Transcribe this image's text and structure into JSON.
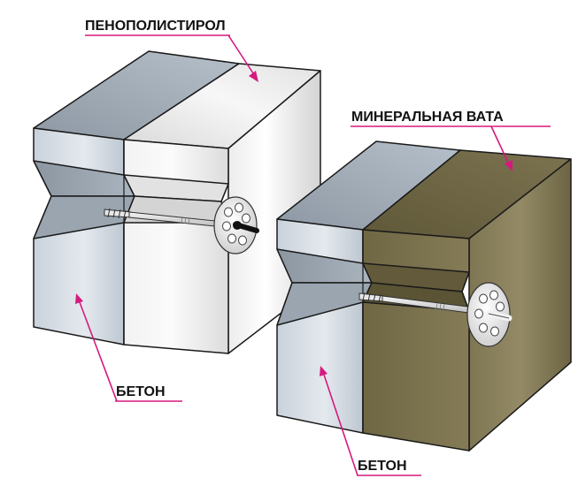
{
  "labels": {
    "top_left": "ПЕНОПОЛИСТИРОЛ",
    "top_right": "МИНЕРАЛЬНАЯ ВАТА",
    "bottom_left": "БЕТОН",
    "bottom_right": "БЕТОН"
  },
  "colors": {
    "accent_line": "#d6197f",
    "concrete": "#b9c4cf",
    "polystyrene": "#eaeaea",
    "mineral_wool": "#7a7050",
    "dowel": "#dcdcdc",
    "outline": "#1a1a1a"
  }
}
